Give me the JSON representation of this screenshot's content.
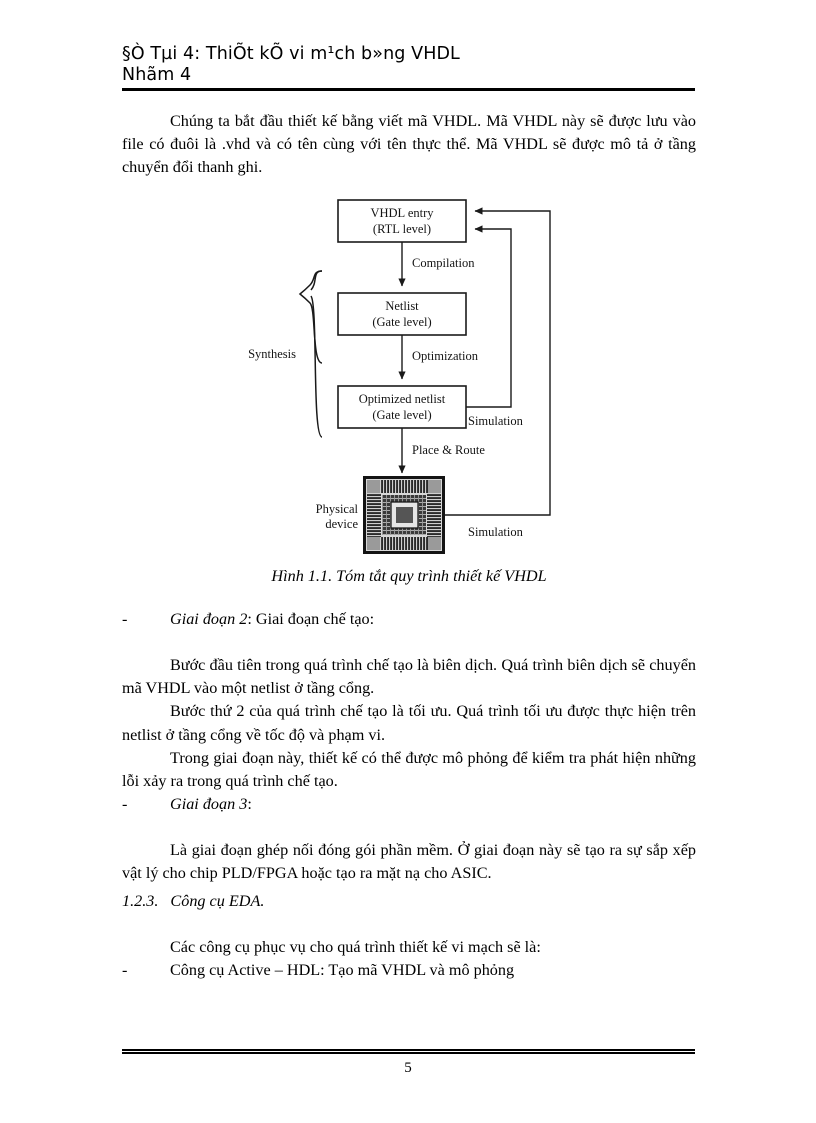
{
  "document": {
    "page_number": "5",
    "header": {
      "line1": "§Ò Tµi 4: ThiÕt kÕ vi m¹ch b»ng VHDL",
      "line2": "Nhãm 4"
    }
  },
  "content": {
    "intro_paragraph": "Chúng ta bắt đầu thiết kế bằng viết mã VHDL. Mã VHDL này sẽ được lưu vào file có đuôi là .vhd và có tên cùng với tên thực thể. Mã VHDL sẽ được mô tả ở tầng chuyển đổi thanh ghi.",
    "figure_caption": "Hình 1.1. Tóm tắt quy trình thiết kế VHDL",
    "bullet_dash": "-",
    "stage2": {
      "lead_italic": "Giai đoạn 2",
      "lead_rest": ": Giai đoạn chế tạo:",
      "para1": "Bước đầu tiên trong quá trình chế tạo là biên dịch. Quá trình biên dịch sẽ chuyển mã VHDL vào một netlist ở tầng cổng.",
      "para2": "Bước thứ 2 của quá trình chế tạo là tối ưu. Quá trình tối ưu được thực hiện trên netlist ở tầng cổng về tốc độ và phạm vi.",
      "para3": "Trong giai đoạn này, thiết kế có thể được mô phỏng để kiểm tra phát hiện những lỗi xảy ra trong quá trình chế tạo."
    },
    "stage3": {
      "lead_italic": "Giai đoạn 3",
      "lead_rest": ":",
      "para1": "Là giai đoạn ghép nối đóng gói phần mềm. Ở giai đoạn này sẽ tạo ra sự sắp xếp vật lý cho chip PLD/FPGA hoặc tạo ra mặt nạ cho ASIC."
    },
    "section": {
      "number": "1.2.3.",
      "title": "Công cụ EDA.",
      "para1": "Các công cụ phục vụ cho quá trình thiết kế vi mạch sẽ là:",
      "item1": "Công cụ Active – HDL: Tạo mã VHDL và mô phỏng"
    }
  },
  "figure": {
    "type": "flow-diagram",
    "title": "VHDL design flow",
    "nodes": [
      {
        "id": "vhdl-entry",
        "line1": "VHDL entry",
        "line2": "(RTL level)"
      },
      {
        "id": "netlist",
        "line1": "Netlist",
        "line2": "(Gate level)"
      },
      {
        "id": "optimized-netlist",
        "line1": "Optimized netlist",
        "line2": "(Gate level)"
      },
      {
        "id": "physical-device",
        "line1": "Physical",
        "line2": "device"
      }
    ],
    "edge_labels": {
      "compilation": "Compilation",
      "optimization": "Optimization",
      "place_and_route": "Place & Route",
      "simulation_upper": "Simulation",
      "simulation_lower": "Simulation"
    },
    "brace_label": "Synthesis",
    "stroke_color": "#1a1a1a"
  }
}
